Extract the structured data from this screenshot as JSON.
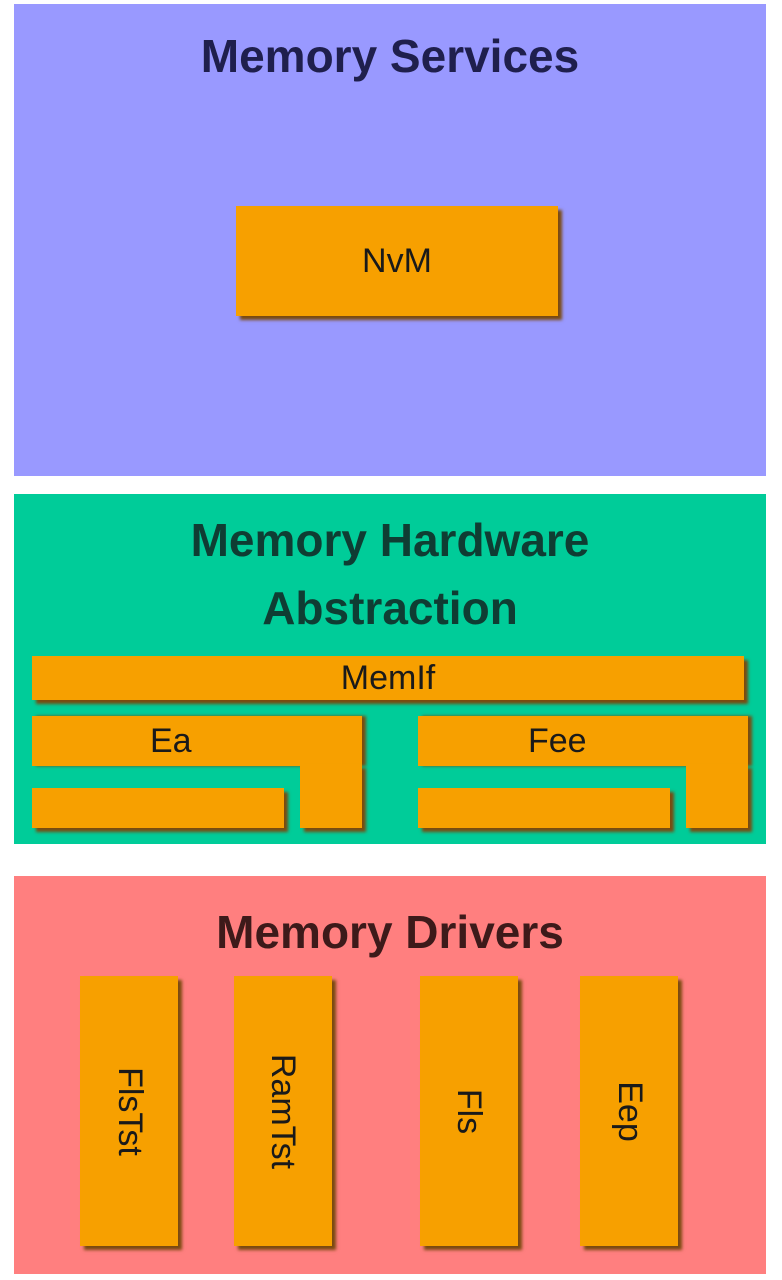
{
  "layers": {
    "services": {
      "title": "Memory Services",
      "modules": [
        "NvM"
      ]
    },
    "hardware_abstraction": {
      "title_line1": "Memory Hardware",
      "title_line2": "Abstraction",
      "modules": [
        "MemIf",
        "Ea",
        "Fee"
      ]
    },
    "drivers": {
      "title": "Memory Drivers",
      "modules": [
        "FlsTst",
        "RamTst",
        "Fls",
        "Eep"
      ]
    }
  },
  "colors": {
    "services_bg": "#9999ff",
    "hardware_abstraction_bg": "#00cc99",
    "drivers_bg": "#ff7f7f",
    "module_fill": "#f7a000"
  }
}
